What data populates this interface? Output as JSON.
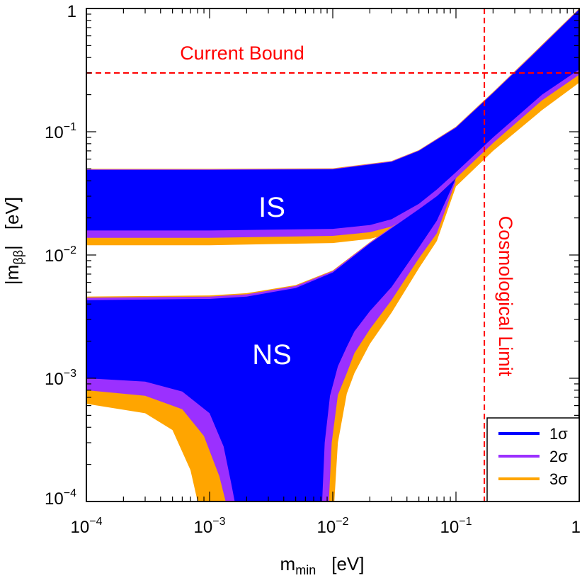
{
  "chart_data": {
    "type": "area",
    "xlabel": "m",
    "xlabel_sub": "min",
    "xlabel_unit": "[eV]",
    "ylabel": "|m",
    "ylabel_sub": "ββ",
    "ylabel_end": "|",
    "ylabel_unit": "[eV]",
    "x_scale": "log",
    "y_scale": "log",
    "xlim": [
      0.0001,
      1
    ],
    "ylim": [
      0.0001,
      1
    ],
    "x_ticks": [
      {
        "value": 0.0001,
        "base": "10",
        "exp": "−4"
      },
      {
        "value": 0.001,
        "base": "10",
        "exp": "−3"
      },
      {
        "value": 0.01,
        "base": "10",
        "exp": "−2"
      },
      {
        "value": 0.1,
        "base": "10",
        "exp": "−1"
      },
      {
        "value": 1,
        "base": "1",
        "exp": ""
      }
    ],
    "y_ticks": [
      {
        "value": 0.0001,
        "base": "10",
        "exp": "−4"
      },
      {
        "value": 0.001,
        "base": "10",
        "exp": "−3"
      },
      {
        "value": 0.01,
        "base": "10",
        "exp": "−2"
      },
      {
        "value": 0.1,
        "base": "10",
        "exp": "−1"
      },
      {
        "value": 1,
        "base": "1",
        "exp": ""
      }
    ],
    "colors": {
      "sigma1": "#0000ff",
      "sigma2": "#9b30ff",
      "sigma3": "#ffa500",
      "annotation": "#ff0000"
    },
    "legend": {
      "placement": "bottom-right",
      "entries": [
        {
          "label": "1σ",
          "color": "#0000ff"
        },
        {
          "label": "2σ",
          "color": "#9b30ff"
        },
        {
          "label": "3σ",
          "color": "#ffa500"
        }
      ]
    },
    "annotations": {
      "current_bound": {
        "text": "Current Bound",
        "y": 0.3
      },
      "cosmological_limit": {
        "text": "Cosmological Limit",
        "x": 0.17
      },
      "region_is": "IS",
      "region_ns": "NS"
    },
    "bands": {
      "IS": {
        "sigma3": {
          "upper": [
            [
              0.0001,
              0.05
            ],
            [
              0.001,
              0.05
            ],
            [
              0.01,
              0.0505
            ],
            [
              0.03,
              0.058
            ],
            [
              0.05,
              0.071
            ],
            [
              0.1,
              0.11
            ],
            [
              0.2,
              0.21
            ],
            [
              0.4,
              0.41
            ],
            [
              1,
              1.0
            ]
          ],
          "lower": [
            [
              0.0001,
              0.012
            ],
            [
              0.001,
              0.012
            ],
            [
              0.01,
              0.0125
            ],
            [
              0.02,
              0.0135
            ],
            [
              0.03,
              0.015
            ],
            [
              0.05,
              0.02
            ],
            [
              0.07,
              0.026
            ],
            [
              0.1,
              0.036
            ],
            [
              0.2,
              0.07
            ],
            [
              0.5,
              0.15
            ],
            [
              1,
              0.25
            ]
          ]
        },
        "sigma2": {
          "upper": [
            [
              0.0001,
              0.0495
            ],
            [
              0.001,
              0.0495
            ],
            [
              0.01,
              0.05
            ],
            [
              0.03,
              0.0575
            ],
            [
              0.05,
              0.0705
            ],
            [
              0.1,
              0.109
            ],
            [
              0.2,
              0.208
            ],
            [
              0.4,
              0.405
            ],
            [
              1,
              0.99
            ]
          ],
          "lower": [
            [
              0.0001,
              0.0138
            ],
            [
              0.001,
              0.0138
            ],
            [
              0.01,
              0.0143
            ],
            [
              0.02,
              0.0153
            ],
            [
              0.03,
              0.017
            ],
            [
              0.05,
              0.023
            ],
            [
              0.07,
              0.03
            ],
            [
              0.1,
              0.042
            ],
            [
              0.2,
              0.081
            ],
            [
              0.5,
              0.18
            ],
            [
              1,
              0.29
            ]
          ]
        },
        "sigma1": {
          "upper": [
            [
              0.0001,
              0.049
            ],
            [
              0.001,
              0.049
            ],
            [
              0.01,
              0.0495
            ],
            [
              0.03,
              0.057
            ],
            [
              0.05,
              0.07
            ],
            [
              0.1,
              0.108
            ],
            [
              0.2,
              0.206
            ],
            [
              0.4,
              0.4
            ],
            [
              1,
              0.98
            ]
          ],
          "lower": [
            [
              0.0001,
              0.0158
            ],
            [
              0.001,
              0.0158
            ],
            [
              0.01,
              0.0163
            ],
            [
              0.02,
              0.0175
            ],
            [
              0.03,
              0.0195
            ],
            [
              0.05,
              0.026
            ],
            [
              0.07,
              0.034
            ],
            [
              0.1,
              0.047
            ],
            [
              0.2,
              0.09
            ],
            [
              0.5,
              0.2
            ],
            [
              1,
              0.32
            ]
          ]
        }
      },
      "NS": {
        "sigma3": {
          "upper": [
            [
              0.0001,
              0.0046
            ],
            [
              0.001,
              0.0047
            ],
            [
              0.002,
              0.0049
            ],
            [
              0.005,
              0.0057
            ],
            [
              0.01,
              0.0075
            ],
            [
              0.02,
              0.0127
            ],
            [
              0.03,
              0.017
            ],
            [
              0.05,
              0.024
            ],
            [
              0.07,
              0.029
            ],
            [
              0.1,
              0.036
            ]
          ],
          "lower": [
            [
              0.0001,
              0.00062
            ],
            [
              0.0003,
              0.00052
            ],
            [
              0.0005,
              0.00038
            ],
            [
              0.0007,
              0.00018
            ],
            [
              0.0008,
              0.0001
            ]
          ],
          "lower_right": [
            [
              0.0103,
              0.0001
            ],
            [
              0.011,
              0.0003
            ],
            [
              0.013,
              0.00075
            ],
            [
              0.015,
              0.0011
            ],
            [
              0.02,
              0.0019
            ],
            [
              0.03,
              0.0034
            ],
            [
              0.05,
              0.0078
            ],
            [
              0.07,
              0.013
            ],
            [
              0.1,
              0.036
            ]
          ]
        },
        "sigma2": {
          "upper": [
            [
              0.0001,
              0.0045
            ],
            [
              0.001,
              0.0046
            ],
            [
              0.002,
              0.0048
            ],
            [
              0.005,
              0.0056
            ],
            [
              0.01,
              0.0074
            ],
            [
              0.02,
              0.0126
            ],
            [
              0.03,
              0.0168
            ],
            [
              0.05,
              0.024
            ],
            [
              0.07,
              0.03
            ],
            [
              0.1,
              0.04
            ]
          ],
          "lower": [
            [
              0.0001,
              0.0008
            ],
            [
              0.0003,
              0.00072
            ],
            [
              0.0006,
              0.00056
            ],
            [
              0.0009,
              0.00034
            ],
            [
              0.0012,
              0.00016
            ],
            [
              0.00135,
              0.0001
            ]
          ],
          "lower_right": [
            [
              0.0093,
              0.0001
            ],
            [
              0.0098,
              0.0003
            ],
            [
              0.011,
              0.00073
            ],
            [
              0.013,
              0.0011
            ],
            [
              0.015,
              0.0016
            ],
            [
              0.02,
              0.0025
            ],
            [
              0.03,
              0.0043
            ],
            [
              0.05,
              0.0094
            ],
            [
              0.07,
              0.015
            ],
            [
              0.1,
              0.04
            ]
          ]
        },
        "sigma1": {
          "upper": [
            [
              0.0001,
              0.0043
            ],
            [
              0.001,
              0.0044
            ],
            [
              0.002,
              0.0046
            ],
            [
              0.005,
              0.0054
            ],
            [
              0.01,
              0.0072
            ],
            [
              0.02,
              0.0124
            ],
            [
              0.03,
              0.0165
            ],
            [
              0.05,
              0.0235
            ],
            [
              0.07,
              0.03
            ],
            [
              0.1,
              0.042
            ]
          ],
          "lower": [
            [
              0.0001,
              0.001
            ],
            [
              0.0003,
              0.00094
            ],
            [
              0.0006,
              0.00078
            ],
            [
              0.001,
              0.00052
            ],
            [
              0.0013,
              0.00028
            ],
            [
              0.0015,
              0.00014
            ],
            [
              0.0016,
              0.0001
            ]
          ],
          "lower_right": [
            [
              0.0082,
              0.0001
            ],
            [
              0.0086,
              0.0003
            ],
            [
              0.0095,
              0.00072
            ],
            [
              0.011,
              0.00125
            ],
            [
              0.013,
              0.0018
            ],
            [
              0.015,
              0.0024
            ],
            [
              0.02,
              0.0035
            ],
            [
              0.03,
              0.0055
            ],
            [
              0.05,
              0.0115
            ],
            [
              0.07,
              0.019
            ],
            [
              0.1,
              0.042
            ]
          ]
        }
      }
    }
  }
}
